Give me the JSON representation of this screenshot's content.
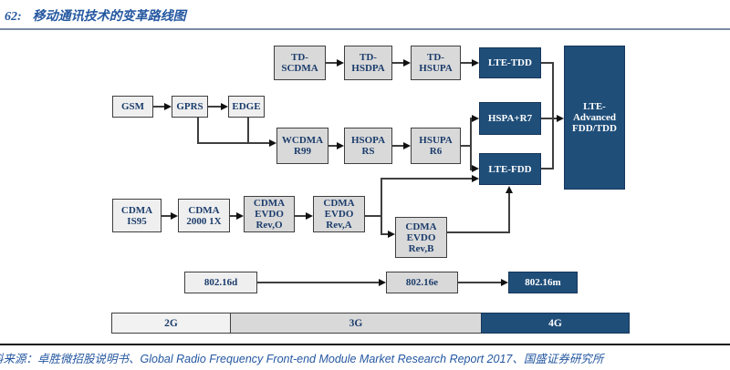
{
  "title": {
    "prefix": "62:",
    "text": "移动通讯技术的变革路线图"
  },
  "footer": {
    "source_cn_left": "料来源：卓胜微招股说明书、",
    "source_en": "Global Radio Frequency Front-end Module Market Research Report 2017",
    "source_cn_right": "、国盛证券研究所"
  },
  "colors": {
    "accent_blue": "#1F4E79",
    "box_gray": "#D9D9D9",
    "box_light": "#EFEFEF",
    "outline": "#3F3F3F",
    "text_navy": "#1B3C6B",
    "title_blue": "#2457A0"
  },
  "nodes": {
    "gsm": {
      "label": "GSM"
    },
    "gprs": {
      "label": "GPRS"
    },
    "edge": {
      "label": "EDGE"
    },
    "td_scdma": {
      "l1": "TD-",
      "l2": "SCDMA"
    },
    "td_hsdpa": {
      "l1": "TD-",
      "l2": "HSDPA"
    },
    "td_hsupa": {
      "l1": "TD-",
      "l2": "HSUPA"
    },
    "lte_tdd": {
      "label": "LTE-TDD"
    },
    "wcdma": {
      "l1": "WCDMA",
      "l2": "R99"
    },
    "hsopa": {
      "l1": "HSOPA",
      "l2": "RS"
    },
    "hsupa": {
      "l1": "HSUPA",
      "l2": "R6"
    },
    "hspa_r7": {
      "label": "HSPA+R7"
    },
    "lte_fdd": {
      "label": "LTE-FDD"
    },
    "lte_adv": {
      "l1": "LTE-",
      "l2": "Advanced",
      "l3": "FDD/TDD"
    },
    "cdma_is95": {
      "l1": "CDMA",
      "l2": "IS95"
    },
    "cdma_2000": {
      "l1": "CDMA",
      "l2": "2000 1X"
    },
    "evdo_o": {
      "l1": "CDMA",
      "l2": "EVDO",
      "l3": "Rev,O"
    },
    "evdo_a": {
      "l1": "CDMA",
      "l2": "EVDO",
      "l3": "Rev,A"
    },
    "evdo_b": {
      "l1": "CDMA",
      "l2": "EVDO",
      "l3": "Rev,B"
    },
    "wimax_d": {
      "label": "802.16d"
    },
    "wimax_e": {
      "label": "802.16e"
    },
    "wimax_m": {
      "label": "802.16m"
    }
  },
  "timeline": {
    "g2": "2G",
    "g3": "3G",
    "g4": "4G"
  },
  "edges": [
    "GSM→GPRS",
    "GPRS→EDGE",
    "GPRS→WCDMA R99",
    "EDGE→WCDMA R99",
    "TD-SCDMA→TD-HSDPA",
    "TD-HSDPA→TD-HSUPA",
    "TD-HSUPA→LTE-TDD",
    "WCDMA R99→HSOPA RS",
    "HSOPA RS→HSUPA R6",
    "HSUPA R6→HSPA+R7",
    "HSUPA R6→LTE-FDD",
    "LTE-TDD→LTE-Advanced FDD/TDD",
    "HSPA+R7→LTE-Advanced FDD/TDD",
    "LTE-FDD→LTE-Advanced FDD/TDD",
    "CDMA IS95→CDMA 2000 1X",
    "CDMA 2000 1X→CDMA EVDO Rev,O",
    "CDMA EVDO Rev,O→CDMA EVDO Rev,A",
    "CDMA EVDO Rev,A→CDMA EVDO Rev,B",
    "CDMA EVDO Rev,A→LTE-FDD",
    "CDMA EVDO Rev,B→LTE-FDD",
    "802.16d→802.16e",
    "802.16e→802.16m"
  ]
}
